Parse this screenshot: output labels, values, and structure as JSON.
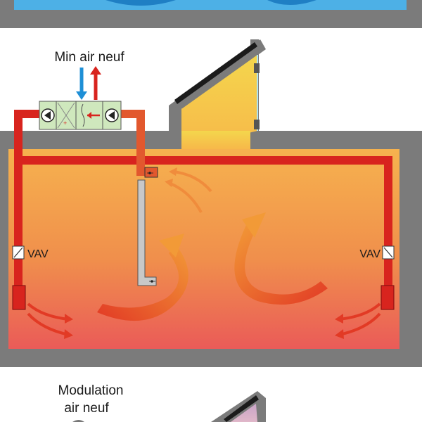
{
  "labels": {
    "top_label": "Min air neuf",
    "vav_left": "VAV",
    "vav_right": "VAV",
    "bottom_label_line1": "Modulation",
    "bottom_label_line2": "air neuf"
  },
  "colors": {
    "wall": "#7b7b7b",
    "duct": "#d8241e",
    "exhaust_duct": "#e2582e",
    "fresh_air_arrow": "#1e8fd6",
    "sky_blue": "#4db0e6",
    "unit_green": "#cfe8bd",
    "skylight_yellow": "#f7d04a",
    "room_top": "#f6b24e",
    "room_bottom": "#ea5b58"
  },
  "icons": {
    "fan": "fan-icon",
    "heat_exchanger": "heat-exchanger-icon",
    "solar_panel": "solar-panel-icon"
  }
}
